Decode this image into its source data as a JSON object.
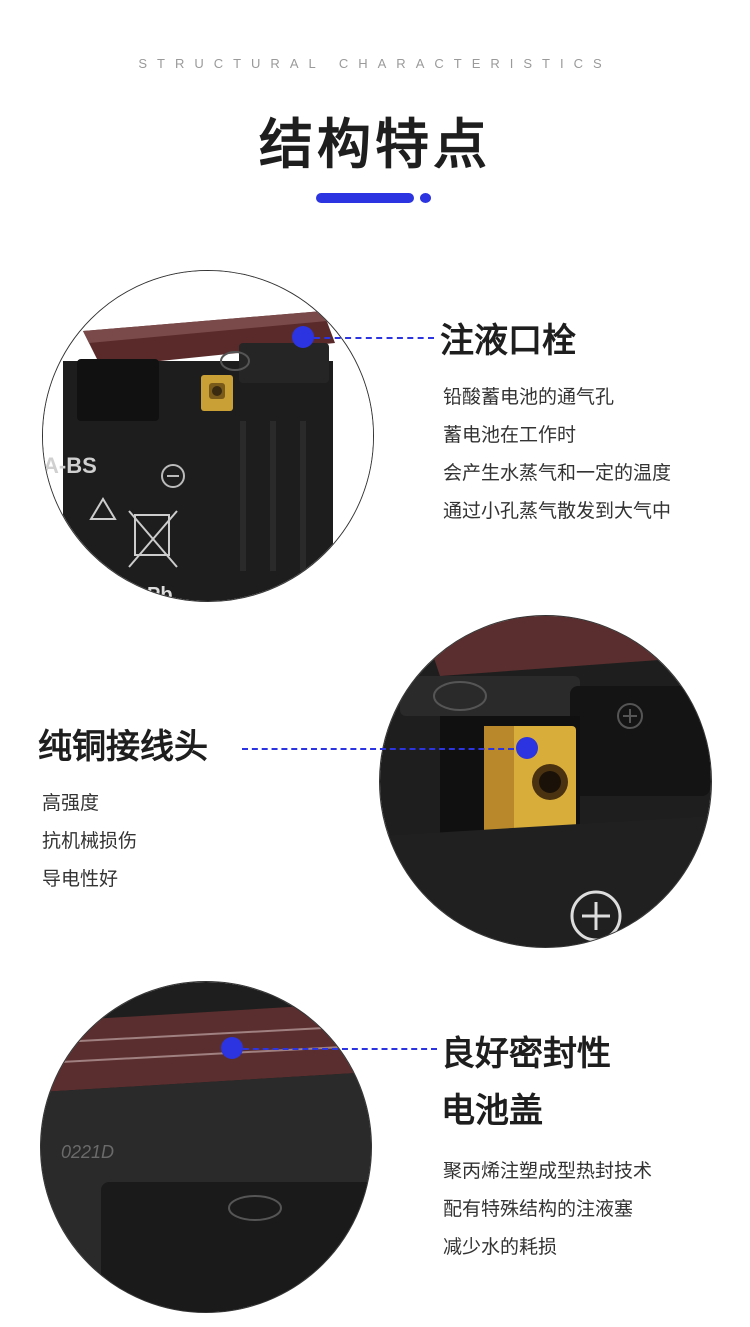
{
  "header": {
    "subtitle": "STRUCTURAL CHARACTERISTICS",
    "title": "结构特点"
  },
  "colors": {
    "accent": "#2b34e0",
    "heading": "#1e1e1e",
    "body_text": "#333333",
    "subtitle": "#9a9a9a"
  },
  "features": [
    {
      "heading_lines": [
        "注液口栓"
      ],
      "description": [
        "铅酸蓄电池的通气孔",
        "蓄电池在工作时",
        "会产生水蒸气和一定的温度",
        "通过小孔蒸气散发到大气中"
      ],
      "image_labels": [
        "A-BS",
        "Pb"
      ]
    },
    {
      "heading_lines": [
        "纯铜接线头"
      ],
      "description": [
        "高强度",
        "抗机械损伤",
        "导电性好"
      ]
    },
    {
      "heading_lines": [
        "良好密封性",
        "电池盖"
      ],
      "description": [
        "聚丙烯注塑成型热封技术",
        "配有特殊结构的注液塞",
        "减少水的耗损"
      ],
      "image_labels": [
        "0221D"
      ]
    }
  ]
}
